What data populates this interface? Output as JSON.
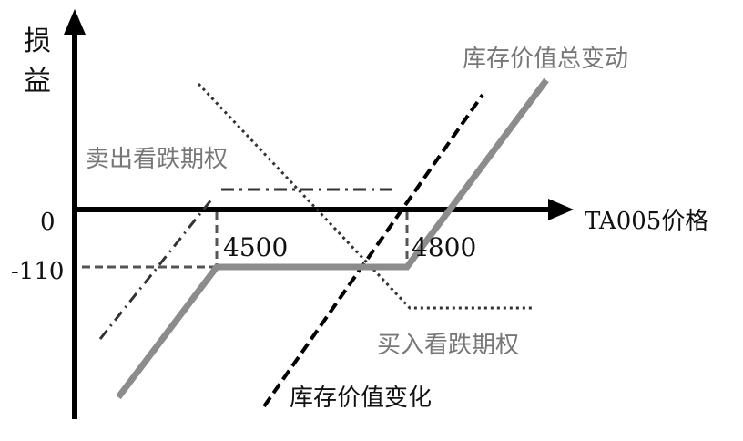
{
  "axes": {
    "y_label": "损益",
    "x_label": "TA005价格",
    "zero_label": "0",
    "cost_label": "-110"
  },
  "strikes": {
    "low": "4500",
    "high": "4800"
  },
  "series": {
    "total": "库存价值总变动",
    "sell_put": "卖出看跌期权",
    "buy_put": "买入看跌期权",
    "inventory": "库存价值变化"
  },
  "colors": {
    "axis": "#000000",
    "total": "#8c8c8c",
    "guide": "#555555"
  }
}
